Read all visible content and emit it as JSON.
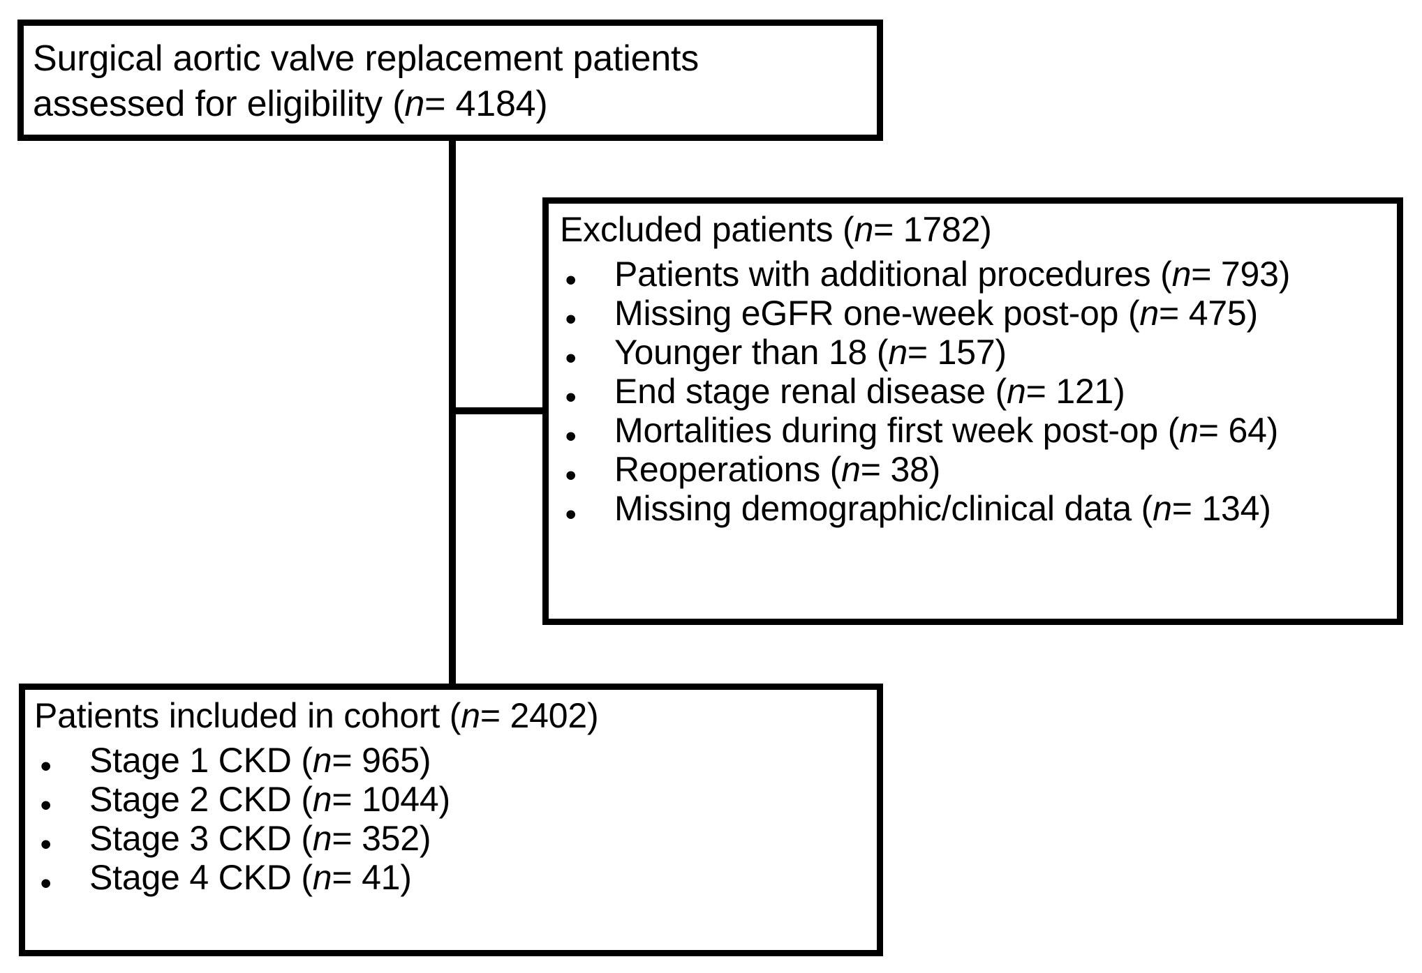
{
  "figure": {
    "type": "flowchart",
    "title": "Patient selection flow diagram",
    "colors": {
      "box_border": "#000000",
      "background": "#ffffff",
      "text": "#000000",
      "connector": "#000000"
    }
  },
  "nodes": {
    "assessed": {
      "name": "assessed-for-eligibility",
      "lines": [
        "Surgical aortic valve replacement patients",
        "assessed for eligibility ("
      ],
      "n_label": "n",
      "n_value": "= 4184)",
      "count": 4184
    },
    "excluded": {
      "name": "excluded-patients",
      "header_prefix": "Excluded patients (",
      "header_n": "n",
      "header_value": "= 1782)",
      "count": 1782,
      "items": [
        {
          "text": "Patients with additional procedures (",
          "n": "n",
          "value": "= 793)",
          "count": 793
        },
        {
          "text": "Missing eGFR one-week post-op (",
          "n": "n",
          "value": "= 475)",
          "count": 475
        },
        {
          "text": "Younger than 18 (",
          "n": "n",
          "value": "= 157)",
          "count": 157
        },
        {
          "text": "End stage renal disease (",
          "n": "n",
          "value": "= 121)",
          "count": 121
        },
        {
          "text": "Mortalities during first week post-op (",
          "n": "n",
          "value": "= 64)",
          "count": 64
        },
        {
          "text": "Reoperations (",
          "n": "n",
          "value": "= 38)",
          "count": 38
        },
        {
          "text": "Missing demographic/clinical data (",
          "n": "n",
          "value": "= 134)",
          "count": 134
        }
      ],
      "bullet_glyph": "•"
    },
    "cohort": {
      "name": "patients-included-in-cohort",
      "header_prefix": "Patients included in cohort (",
      "header_n": "n",
      "header_value": "= 2402)",
      "count": 2402,
      "items": [
        {
          "text": "Stage 1 CKD (",
          "n": "n",
          "value": "= 965)",
          "count": 965
        },
        {
          "text": "Stage 2 CKD (",
          "n": "n",
          "value": "= 1044)",
          "count": 1044
        },
        {
          "text": "Stage 3 CKD (",
          "n": "n",
          "value": "= 352)",
          "count": 352
        },
        {
          "text": "Stage 4 CKD (",
          "n": "n",
          "value": "= 41)",
          "count": 41
        }
      ],
      "bullet_glyph": "•"
    }
  },
  "connectors": [
    {
      "name": "assessed-to-cohort",
      "from": "assessed",
      "to": "cohort",
      "orientation": "vertical"
    },
    {
      "name": "assessed-to-excluded",
      "from": "assessed",
      "to": "excluded",
      "orientation": "horizontal"
    }
  ]
}
